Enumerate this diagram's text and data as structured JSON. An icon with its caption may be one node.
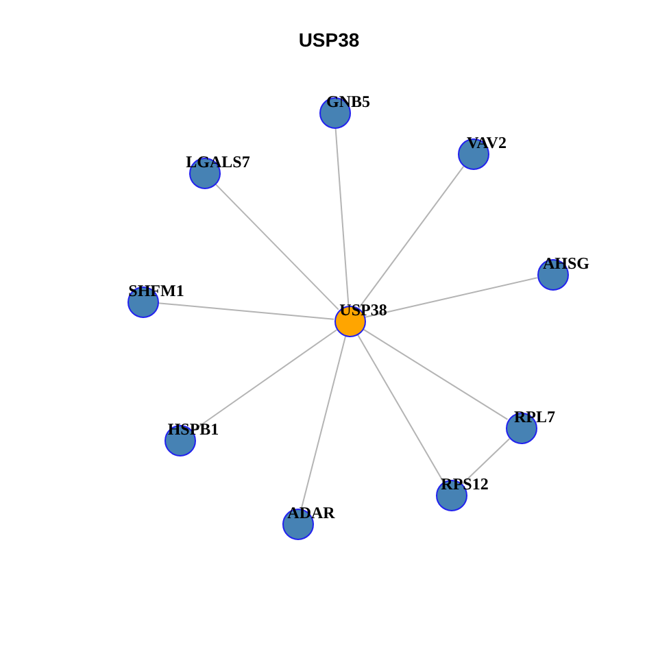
{
  "diagram": {
    "title": "USP38",
    "nodes": [
      {
        "text": [
          "GNB5"
        ]
      },
      {
        "text": [
          "VAV2"
        ]
      },
      {
        "text": [
          "LGALS7"
        ]
      },
      {
        "text": [
          "AHSG"
        ]
      },
      {
        "text": [
          "SHFM1"
        ]
      },
      {
        "text": [
          "USP38"
        ]
      },
      {
        "text": [
          "RPL7"
        ]
      },
      {
        "text": [
          "HSPB1"
        ]
      },
      {
        "text": [
          "RPS12"
        ]
      },
      {
        "text": [
          "ADAR"
        ]
      }
    ],
    "edges": [
      {
        "from": 5,
        "to": 0,
        "arrow": "none"
      },
      {
        "from": 5,
        "to": 1,
        "arrow": "none"
      },
      {
        "from": 5,
        "to": 2,
        "arrow": "none"
      },
      {
        "from": 5,
        "to": 3,
        "arrow": "none"
      },
      {
        "from": 5,
        "to": 4,
        "arrow": "none"
      },
      {
        "from": 5,
        "to": 6,
        "arrow": "none"
      },
      {
        "from": 5,
        "to": 7,
        "arrow": "none"
      },
      {
        "from": 5,
        "to": 8,
        "arrow": "none"
      },
      {
        "from": 5,
        "to": 9,
        "arrow": "none"
      },
      {
        "from": 6,
        "to": 8,
        "arrow": "none"
      }
    ]
  }
}
